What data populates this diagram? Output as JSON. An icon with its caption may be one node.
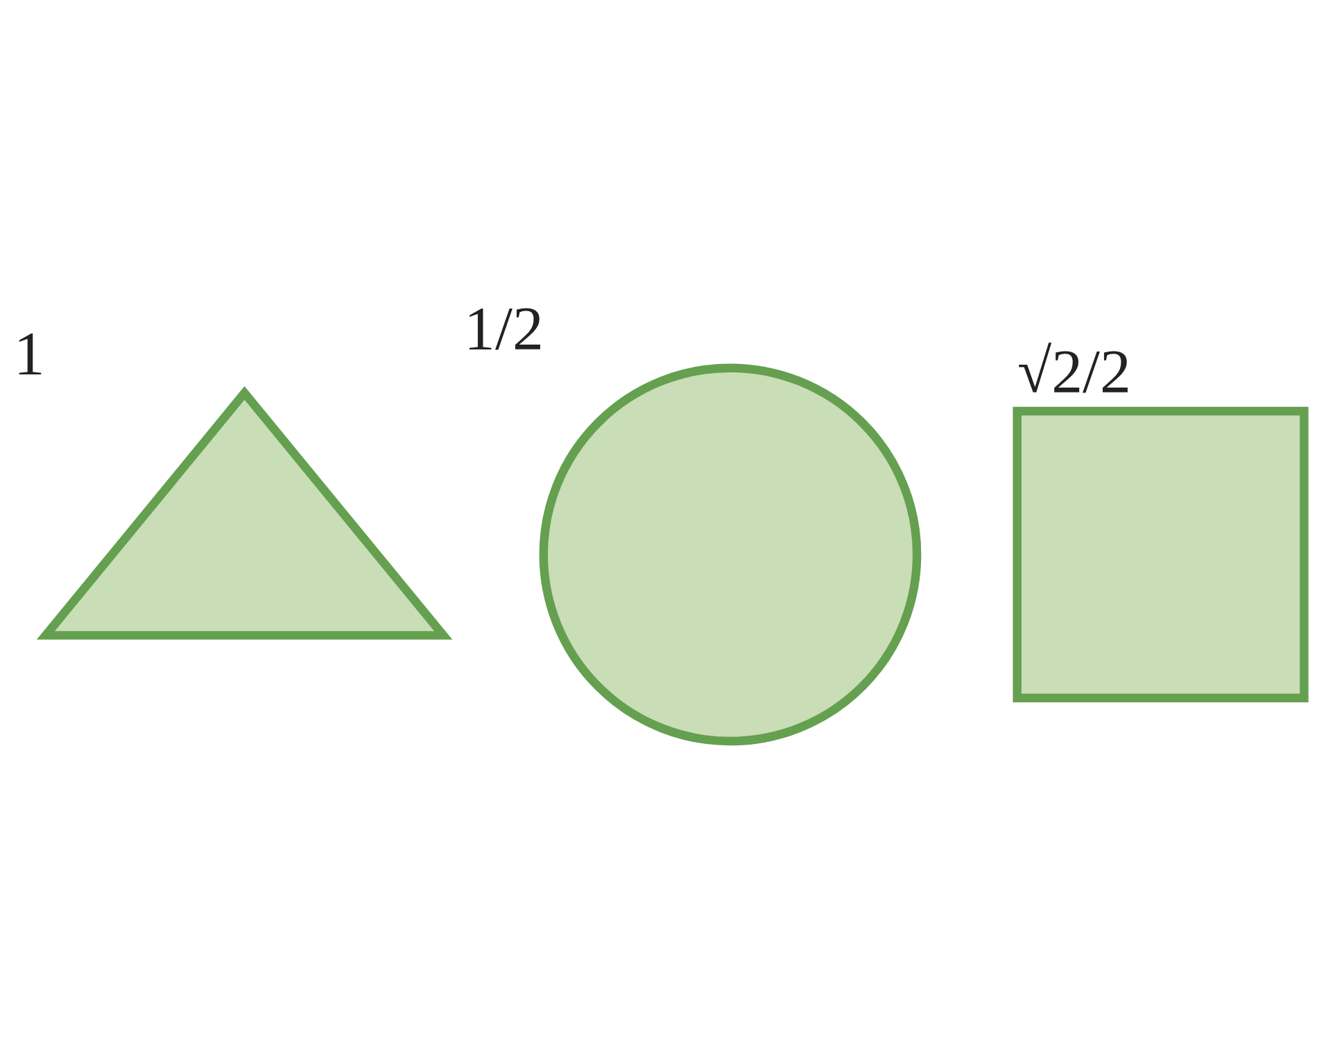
{
  "diagram": {
    "nodes": [
      {
        "text": [],
        "shape": "triangle",
        "beside": [
          "1"
        ]
      },
      {
        "text": [],
        "shape": "circle",
        "beside": [
          "1/2"
        ]
      },
      {
        "text": [],
        "shape": "box",
        "beside": [
          "√2/2"
        ]
      }
    ]
  }
}
